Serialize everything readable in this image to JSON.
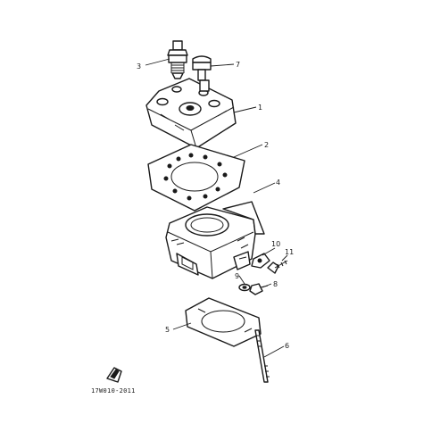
{
  "callouts": [
    {
      "id": "cylinder-head",
      "number": "1"
    },
    {
      "id": "head-gasket",
      "number": "2"
    },
    {
      "id": "spark-plug",
      "number": "3"
    },
    {
      "id": "cylinder",
      "number": "4"
    },
    {
      "id": "base-gasket",
      "number": "5"
    },
    {
      "id": "stud-bolt",
      "number": "6"
    },
    {
      "id": "head-nut-cap",
      "number": "7"
    },
    {
      "id": "drain-bolt",
      "number": "8"
    },
    {
      "id": "washer",
      "number": "9"
    },
    {
      "id": "clamp-bracket",
      "number": "10"
    },
    {
      "id": "bracket-bolt",
      "number": "11"
    }
  ],
  "drawing_code": "17W010-2011"
}
